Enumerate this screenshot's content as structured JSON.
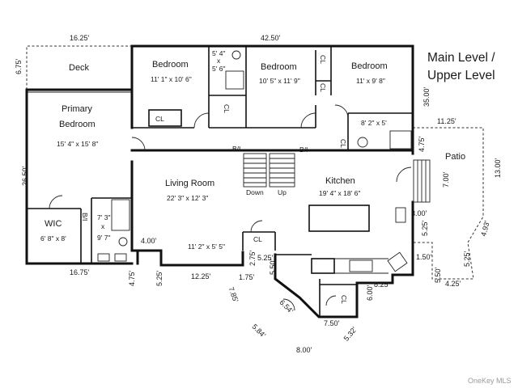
{
  "title": {
    "line1": "Main Level /",
    "line2": "Upper Level"
  },
  "watermark": "OneKey MLS",
  "rooms": {
    "deck": "Deck",
    "bedroom1": {
      "name": "Bedroom",
      "size": "11' 1\" x 10' 6\""
    },
    "bath_top": {
      "size1": "5' 4\"",
      "x": "x",
      "size2": "5' 6\""
    },
    "bedroom2": {
      "name": "Bedroom",
      "size": "10' 5\" x 11' 9\""
    },
    "bedroom3": {
      "name": "Bedroom",
      "size": "11' x 9' 8\""
    },
    "primary": {
      "name1": "Primary",
      "name2": "Bedroom",
      "size": "15' 4\" x 15' 8\""
    },
    "living": {
      "name": "Living Room",
      "size": "22' 3\" x 12' 3\""
    },
    "kitchen": {
      "name": "Kitchen",
      "size": "19' 4\" x 18' 6\""
    },
    "wic": {
      "name": "WIC",
      "size": "6' 8\" x 8'"
    },
    "bath_primary": {
      "size1": "7' 3\"",
      "x": "x",
      "size2": "9' 7\""
    },
    "bath_hall": {
      "size": "8' 2\" x 5'"
    },
    "foyer": {
      "size": "11' 2\" x 5' 5\""
    },
    "patio": "Patio",
    "stairs": {
      "down": "Down",
      "up": "Up"
    }
  },
  "closets": {
    "cl1": "CL",
    "cl2": "CL",
    "cl3": "CL",
    "cl4": "CL",
    "cl5": "CL",
    "cl6": "CL",
    "cl7": "CL"
  },
  "built_ins": {
    "bi1": "B/I",
    "bi2": "B/I",
    "bi3": "B/I"
  },
  "dimensions": {
    "d1625": "16.25'",
    "d4250": "42.50'",
    "d675": "6.75'",
    "d3500": "35.00'",
    "d1125": "11.25'",
    "d2650": "26.50'",
    "d1675": "16.75'",
    "d475a": "4.75'",
    "d475b": "4.75'",
    "d525a": "5.25'",
    "d400": "4.00'",
    "d1225": "12.25'",
    "d275": "2.75'",
    "d175": "1.75'",
    "d785": "7.85'",
    "d525b": "5.25'",
    "d550a": "5.50'",
    "d654": "6.54'",
    "d584": "5.84'",
    "d800": "8.00'",
    "d532": "5.32'",
    "d750": "7.50'",
    "d600": "6.00'",
    "d825": "8.25'",
    "d150": "1.50'",
    "d550b": "5.50'",
    "d425": "4.25'",
    "d525c": "5.25'",
    "d493": "4.93'",
    "d525d": "5.25'",
    "d300": "3.00'",
    "d700": "7.00'",
    "d1300": "13.00'"
  }
}
